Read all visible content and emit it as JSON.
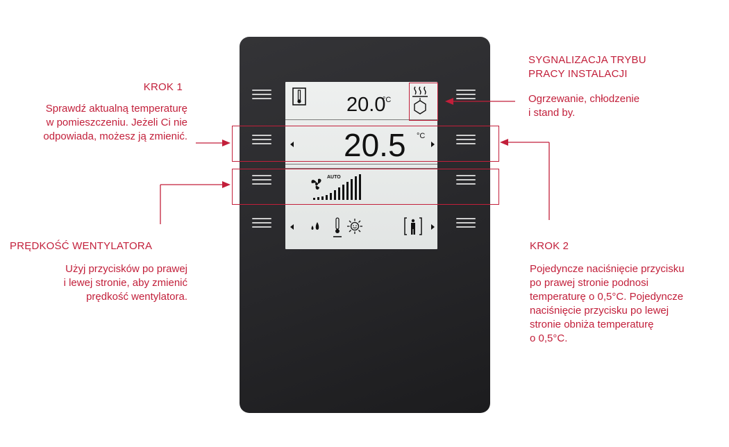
{
  "screen": {
    "current_temp": "20.0",
    "current_unit": "°C",
    "set_temp": "20.5",
    "set_unit": "°C",
    "fan_mode": "AUTO"
  },
  "annotations": {
    "krok1": {
      "title": "KROK 1",
      "lines": [
        "Sprawdź aktualną temperaturę",
        "w pomieszczeniu. Jeżeli Ci nie",
        "odpowiada, możesz ją zmienić."
      ]
    },
    "sygnalizacja": {
      "title_lines": [
        "SYGNALIZACJA TRYBU",
        "PRACY INSTALACJI"
      ],
      "lines": [
        "Ogrzewanie, chłodzenie",
        "i stand by."
      ]
    },
    "wentylator": {
      "title": "PRĘDKOŚĆ WENTYLATORA",
      "lines": [
        "Użyj przycisków po prawej",
        "i lewej stronie, aby zmienić",
        "prędkość wentylatora."
      ]
    },
    "krok2": {
      "title": "KROK 2",
      "lines": [
        "Pojedyncze naciśnięcie przycisku",
        "po prawej stronie podnosi",
        "temperaturę o 0,5°C. Pojedyncze",
        "naciśnięcie przycisku po lewej",
        "stronie obniża temperaturę",
        "o 0,5°C."
      ]
    }
  },
  "colors": {
    "accent": "#c21f3a",
    "device": "#2a2a2d",
    "screen": "#e8eaea"
  },
  "icons": [
    "thermometer-icon",
    "heating-icon",
    "cooling-icon",
    "fan-icon",
    "fan-speed-bars-icon",
    "drops-icon",
    "sun-icon",
    "presence-icon"
  ]
}
